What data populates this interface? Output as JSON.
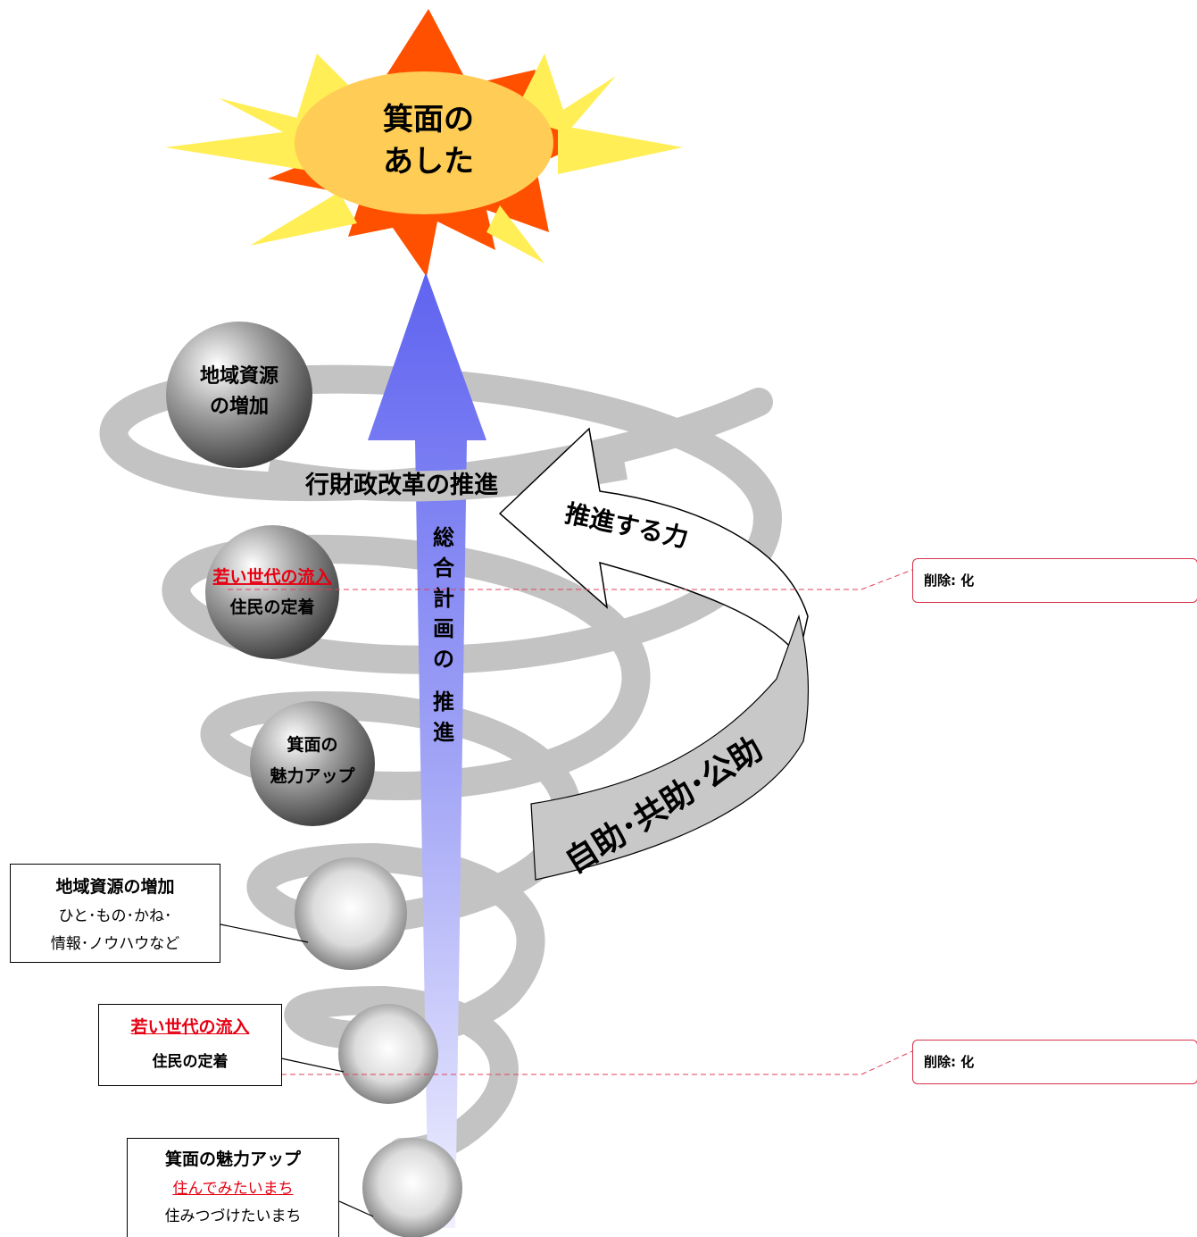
{
  "sun": {
    "line1": "箕面の",
    "line2": "あした"
  },
  "arrow_label": [
    "総",
    "合",
    "計",
    "画",
    "の",
    "推",
    "進"
  ],
  "coil_label": "行財政改革の推進",
  "push_label": "推進する力",
  "band_label": "自助･共助･公助",
  "spheres": [
    {
      "line1": "地域資源",
      "line2": "の増加"
    },
    {
      "line1": "若い世代の流入",
      "line2": "住民の定着"
    },
    {
      "line1": "箕面の",
      "line2": "魅力アップ"
    }
  ],
  "callouts": {
    "resources": {
      "title": "地域資源の増加",
      "line1": "ひと･もの･かね･",
      "line2": "情報･ノウハウなど"
    },
    "youth": {
      "title": "若い世代の流入",
      "line1": "住民の定着"
    },
    "appeal": {
      "title": "箕面の魅力アップ",
      "line1": "住んでみたいまち",
      "line2": "住みつづけたいまち"
    }
  },
  "revisions": [
    {
      "label": "削除:",
      "text": "化"
    },
    {
      "label": "削除:",
      "text": "化"
    }
  ],
  "colors": {
    "sun_outer": "#ff5000",
    "sun_inner": "#ffcc55",
    "arrow": "#6a6ef0",
    "coil": "#c0c0c0",
    "revision": "#e60012"
  }
}
